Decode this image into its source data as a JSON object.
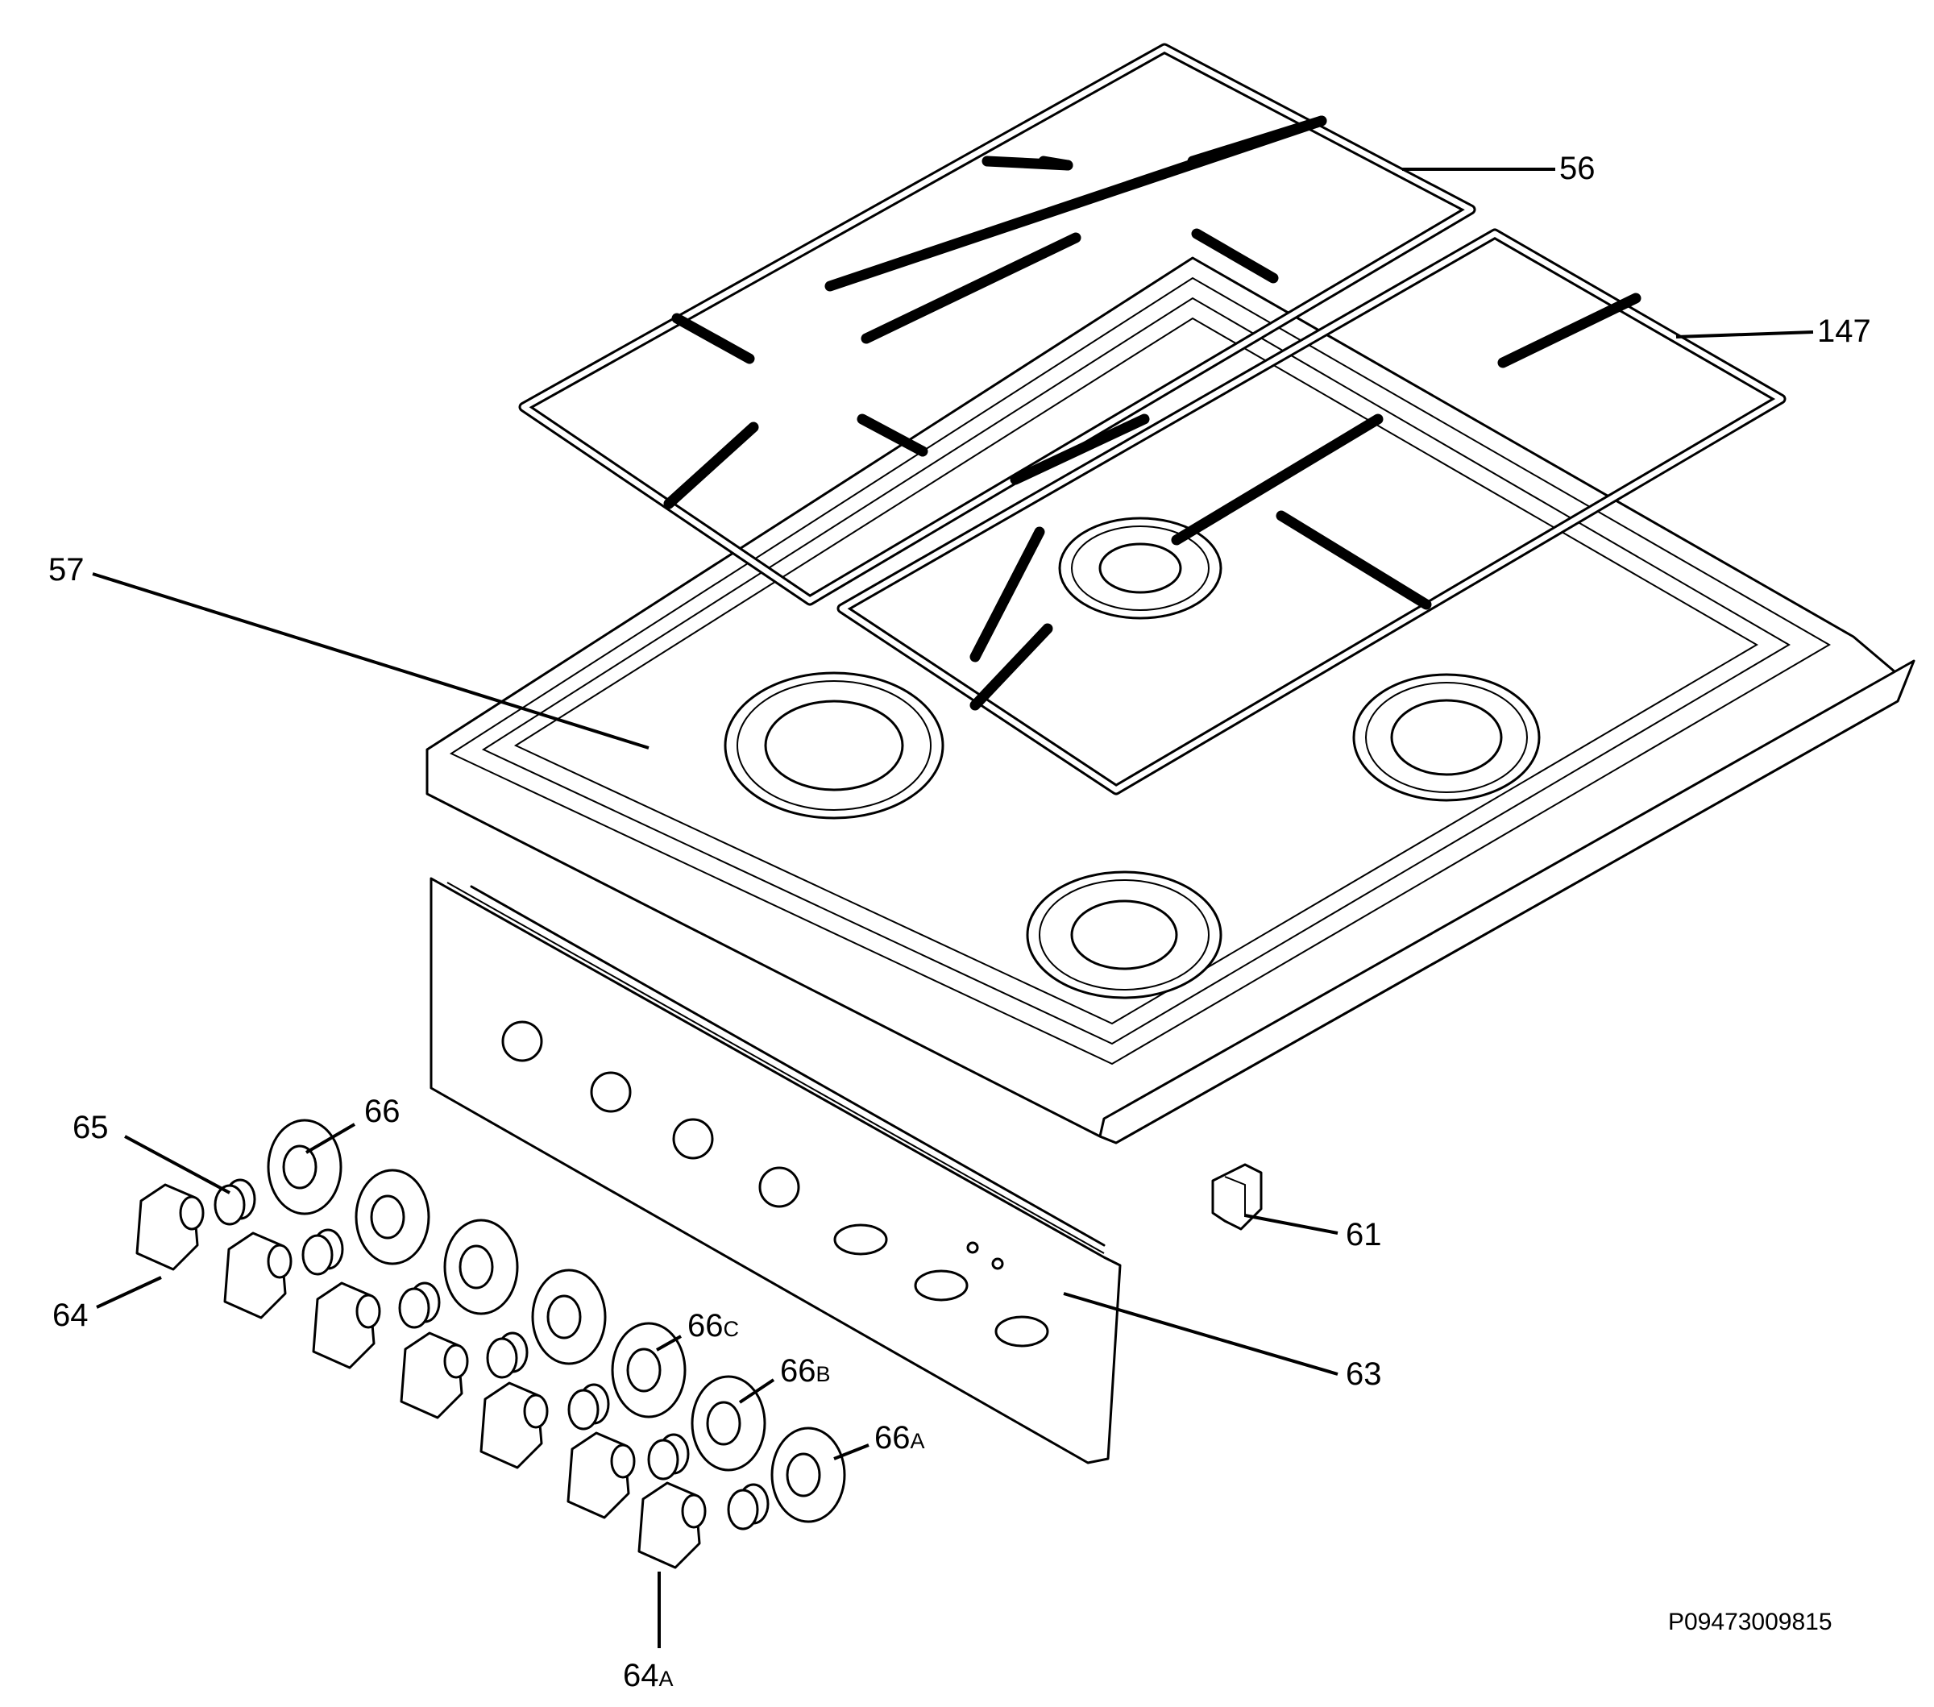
{
  "drawing_code": "P09473009815",
  "labels": {
    "grid_left": "56",
    "grid_right": "147",
    "hob_top": "57",
    "bracket": "61",
    "panel": "63",
    "knob": "64",
    "knob_a": {
      "main": "64",
      "suffix": "A"
    },
    "spring": "65",
    "ring": "66",
    "ring_a": {
      "main": "66",
      "suffix": "A"
    },
    "ring_b": {
      "main": "66",
      "suffix": "B"
    },
    "ring_c": {
      "main": "66",
      "suffix": "C"
    }
  },
  "colors": {
    "line": "#000000",
    "background": "#ffffff"
  }
}
